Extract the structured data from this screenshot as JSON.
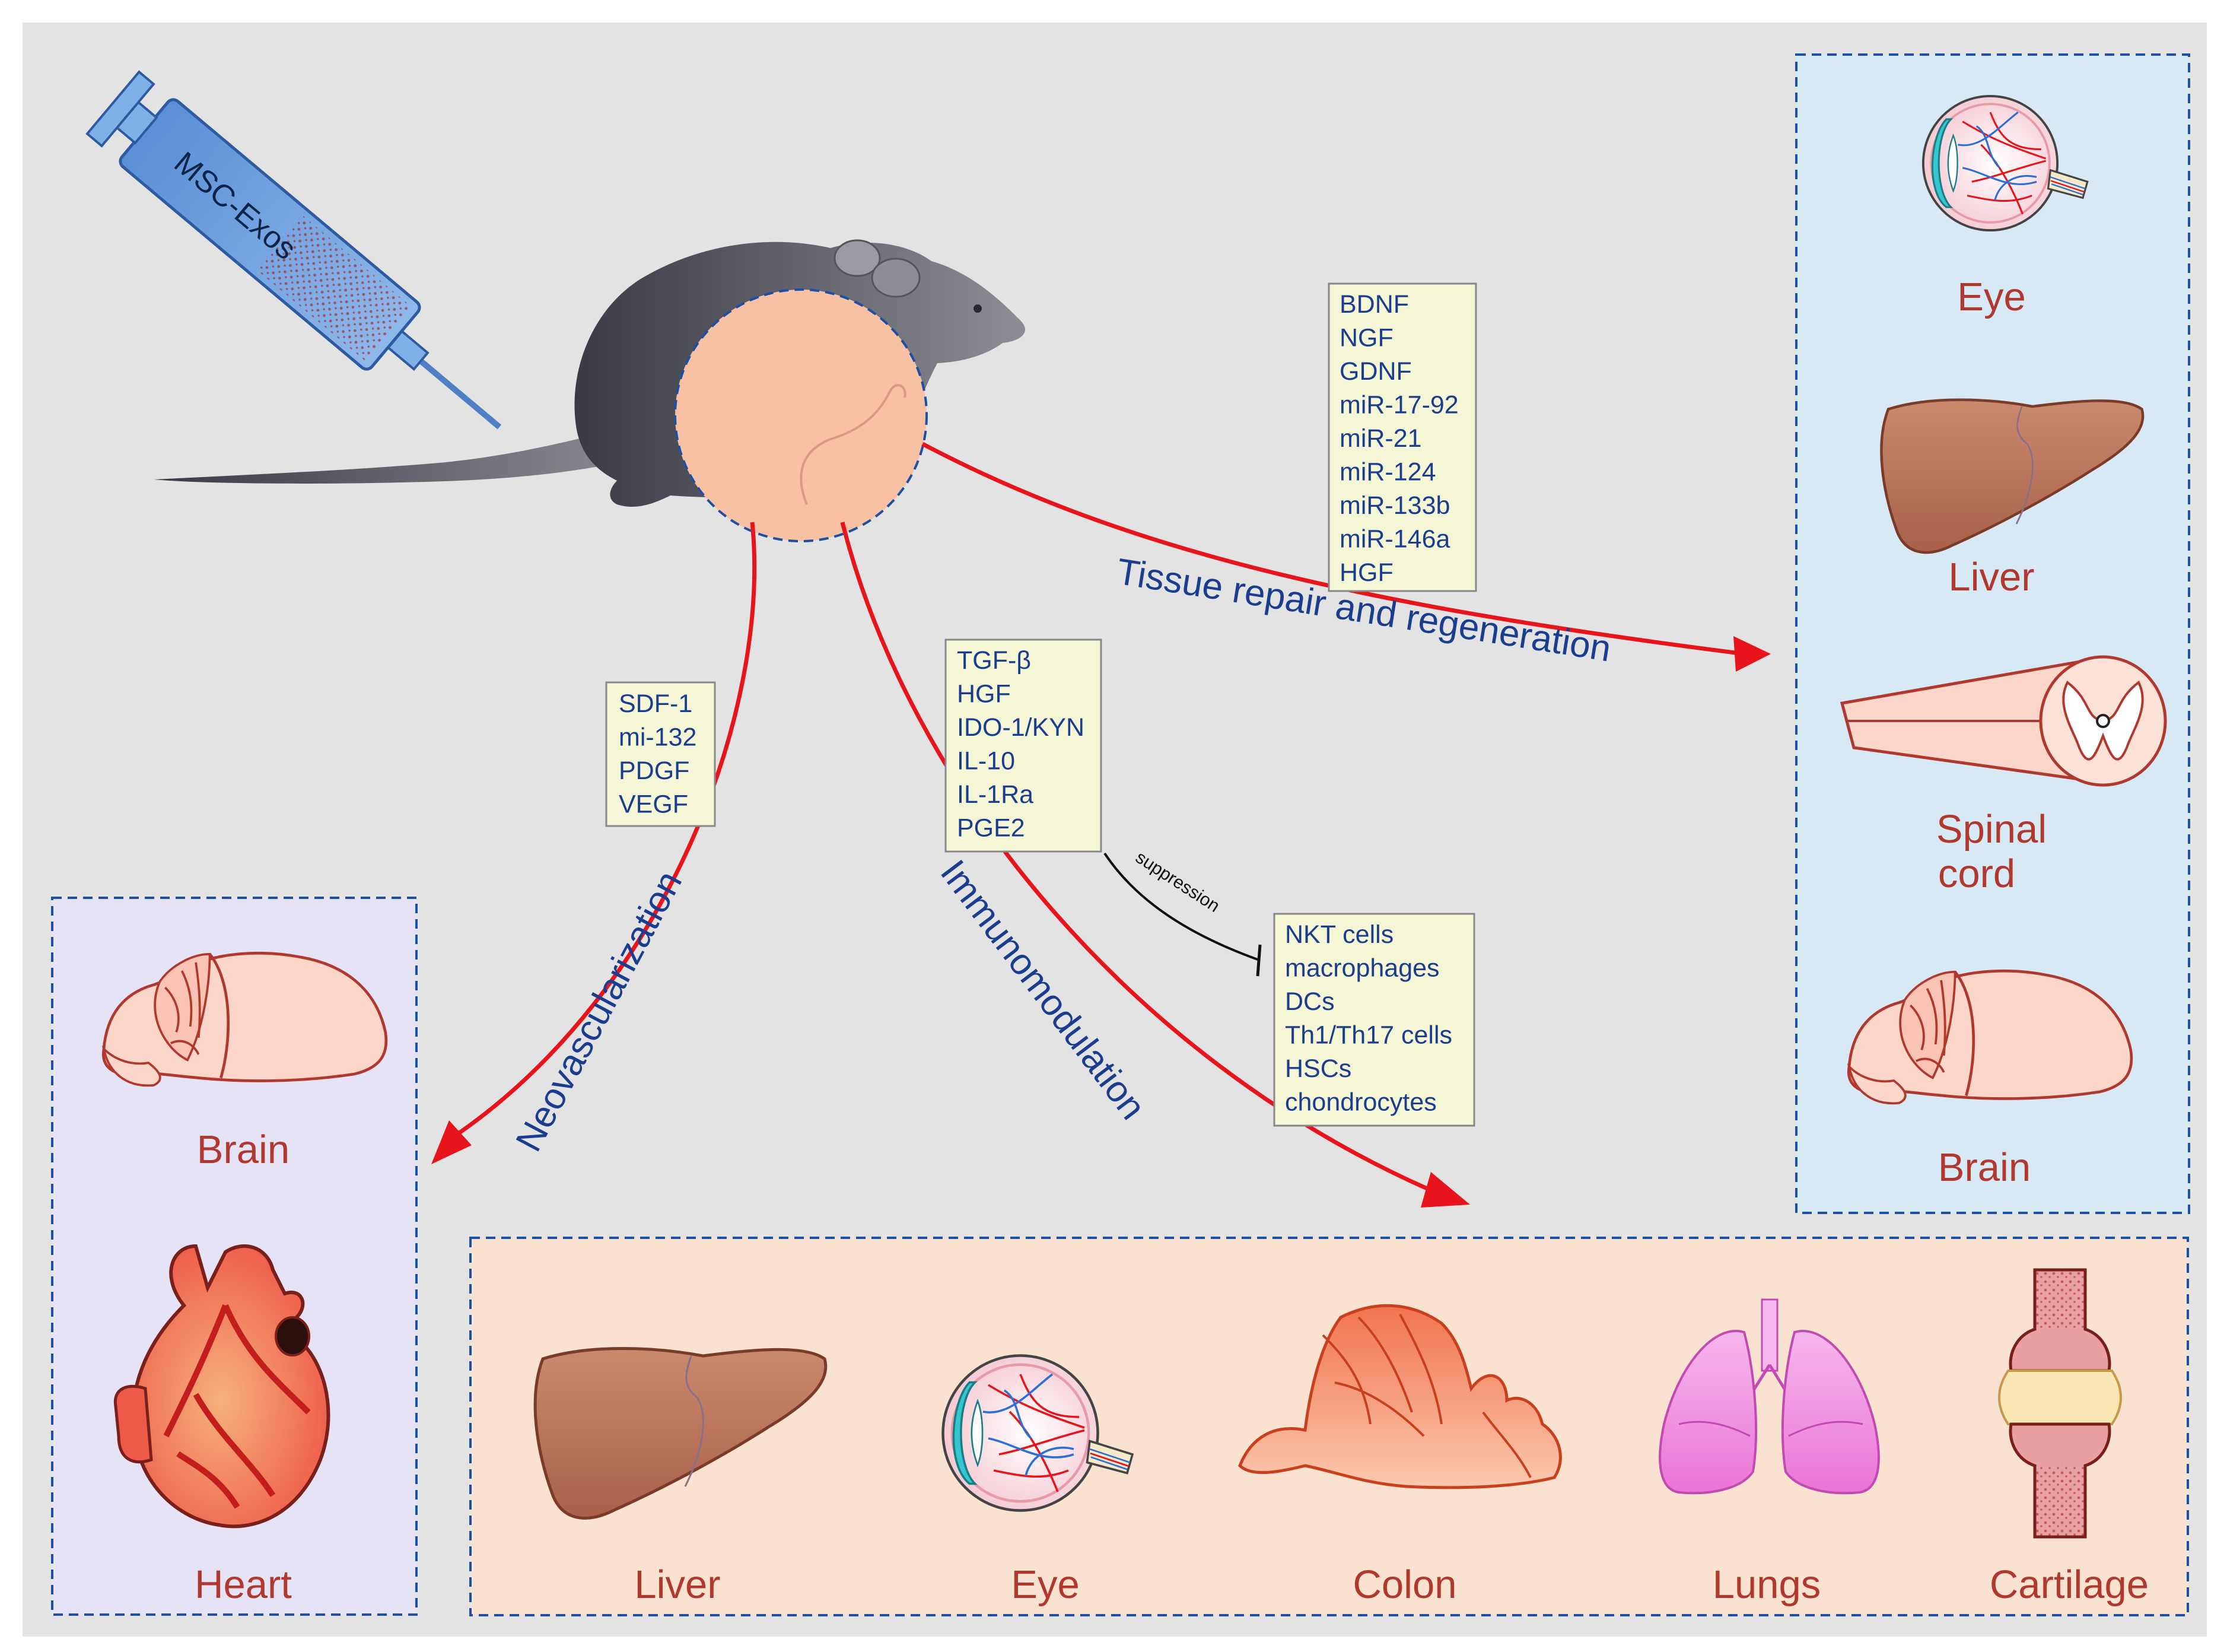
{
  "syringe": {
    "label": "MSC-Exos"
  },
  "pathways": {
    "tissue_repair": "Tissue repair and regeneration",
    "neovascularization": "Neovascularization",
    "immunomodulation": "Immunomodulation",
    "suppression": "suppression"
  },
  "molecule_boxes": {
    "tissue_repair": [
      "BDNF",
      "NGF",
      "GDNF",
      "miR-17-92",
      "miR-21",
      "miR-124",
      "miR-133b",
      "miR-146a",
      "HGF"
    ],
    "neovascularization": [
      "SDF-1",
      "mi-132",
      "PDGF",
      "VEGF"
    ],
    "immunomodulation": [
      "TGF-β",
      "HGF",
      "IDO-1/KYN",
      "IL-10",
      "IL-1Ra",
      "PGE2"
    ],
    "suppressed_cells": [
      "NKT cells",
      "macrophages",
      "DCs",
      "Th1/Th17 cells",
      "HSCs",
      "chondrocytes"
    ]
  },
  "organs": {
    "tissue_repair": [
      "Eye",
      "Liver",
      "Spinal",
      "cord",
      "Brain"
    ],
    "neovascularization": [
      "Brain",
      "Heart"
    ],
    "immunomodulation": [
      "Liver",
      "Eye",
      "Colon",
      "Lungs",
      "Cartilage"
    ]
  },
  "colors": {
    "background": "#e3e3e3",
    "arrow": "#e8141b",
    "label_text": "#1a3d8f",
    "organ_text": "#b0382f",
    "molecule_box": "#f4f6d6",
    "panel_repair": "#d8e9f6",
    "panel_neovasc": "#e6e3f6",
    "panel_immuno": "#f9e3d0",
    "panel_border": "#1c4fa6"
  }
}
